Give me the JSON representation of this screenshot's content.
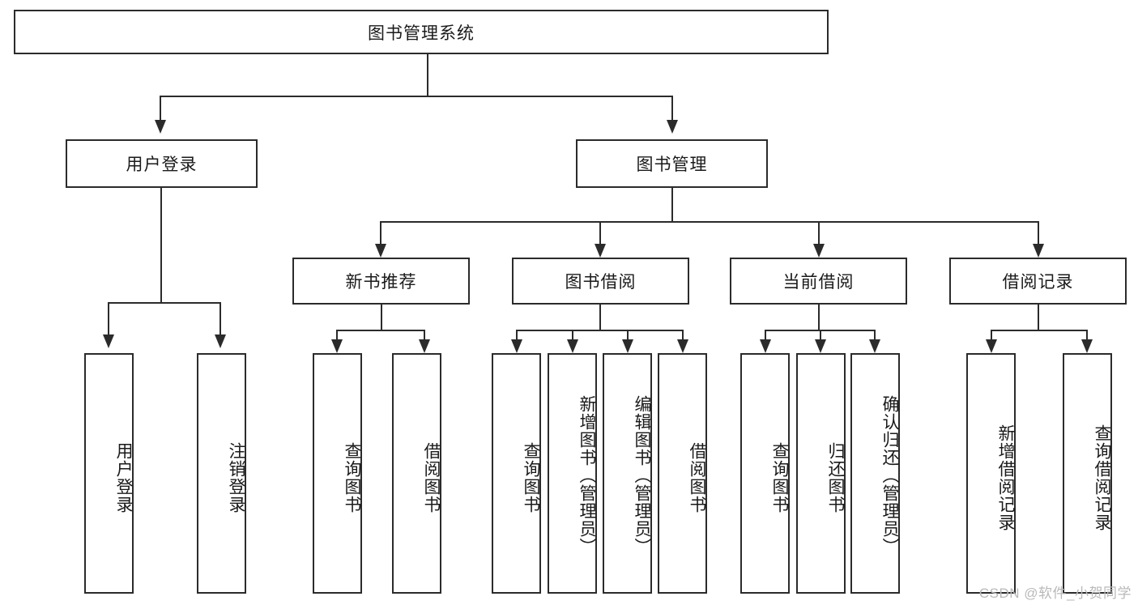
{
  "diagram": {
    "title": "图书管理系统",
    "type": "hierarchy-tree",
    "root": {
      "label": "图书管理系统"
    },
    "level2": [
      {
        "label": "用户登录"
      },
      {
        "label": "图书管理"
      }
    ],
    "level3": [
      {
        "label": "新书推荐"
      },
      {
        "label": "图书借阅"
      },
      {
        "label": "当前借阅"
      },
      {
        "label": "借阅记录"
      }
    ],
    "leaves": {
      "user_login": [
        {
          "label": "用户登录"
        },
        {
          "label": "注销登录"
        }
      ],
      "new_book_recommend": [
        {
          "label": "查询图书"
        },
        {
          "label": "借阅图书"
        }
      ],
      "book_borrow": [
        {
          "label": "查询图书"
        },
        {
          "label": "新增图书（管理员）"
        },
        {
          "label": "编辑图书（管理员）"
        },
        {
          "label": "借阅图书"
        }
      ],
      "current_borrow": [
        {
          "label": "查询图书"
        },
        {
          "label": "归还图书"
        },
        {
          "label": "确认归还（管理员）"
        }
      ],
      "borrow_record": [
        {
          "label": "新增借阅记录"
        },
        {
          "label": "查询借阅记录"
        }
      ]
    }
  },
  "watermark": "CSDN @软件_小贺同学",
  "colors": {
    "stroke": "#2b2b2b",
    "background": "#ffffff",
    "watermark": "#b9b9b9"
  }
}
